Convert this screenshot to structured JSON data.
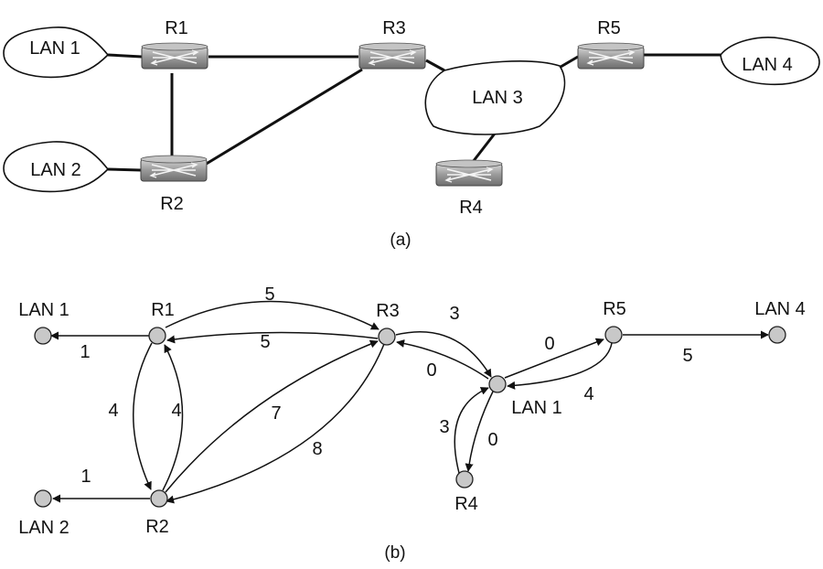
{
  "part_a": {
    "caption": "(a)",
    "lans": {
      "lan1": "LAN 1",
      "lan2": "LAN 2",
      "lan3": "LAN 3",
      "lan4": "LAN 4"
    },
    "routers": {
      "r1": "R1",
      "r2": "R2",
      "r3": "R3",
      "r4": "R4",
      "r5": "R5"
    }
  },
  "part_b": {
    "caption": "(b)",
    "nodes": {
      "lan1": "LAN 1",
      "lan2": "LAN 2",
      "lan4": "LAN 4",
      "lan_center": "LAN 1",
      "r1": "R1",
      "r2": "R2",
      "r3": "R3",
      "r4": "R4",
      "r5": "R5"
    },
    "weights": {
      "r1_lan1": "1",
      "r1_r3": "5",
      "r3_r1": "5",
      "r1_r2": "4",
      "r2_r1": "4",
      "r2_r3": "7",
      "r3_r2": "8",
      "r2_lan2": "1",
      "r3_lan": "3",
      "lan_r3": "0",
      "lan_r5": "0",
      "r5_lan": "4",
      "r5_lan4": "5",
      "r4_lan": "3",
      "lan_r4": "0"
    }
  }
}
